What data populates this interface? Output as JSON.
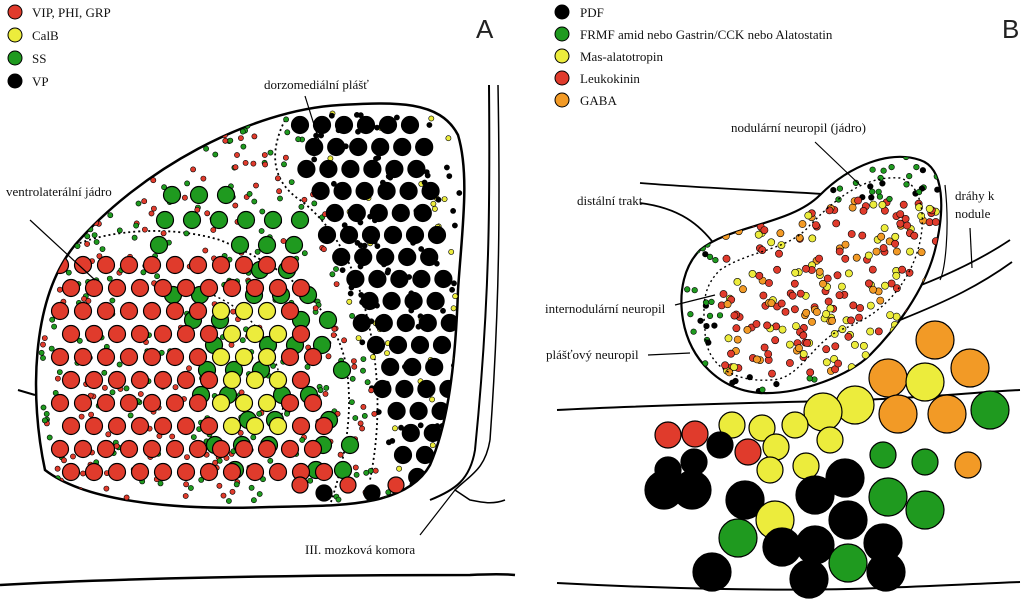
{
  "panel_a": {
    "letter": "A",
    "legend": [
      {
        "label": "VIP, PHI, GRP",
        "color": "#e03b2c"
      },
      {
        "label": "CalB",
        "color": "#ecec3c"
      },
      {
        "label": "SS",
        "color": "#1f9a1f"
      },
      {
        "label": "VP",
        "color": "#000000"
      }
    ],
    "labels": {
      "dorsomedial": "dorzomediální plášť",
      "ventrolateral": "ventrolaterální jádro",
      "ventricle": "III. mozková komora"
    }
  },
  "panel_b": {
    "letter": "B",
    "legend": [
      {
        "label": "PDF",
        "color": "#000000"
      },
      {
        "label": "FRMF amid nebo Gastrin/CCK nebo Alatostatin",
        "color": "#1f9a1f"
      },
      {
        "label": "Mas-alatotropin",
        "color": "#ecec3c"
      },
      {
        "label": "Leukokinin",
        "color": "#e03b2c"
      },
      {
        "label": "GABA",
        "color": "#f29a26"
      }
    ],
    "labels": {
      "nodular": "nodulární neuropil (jádro)",
      "distal": "distální trakt",
      "paths_1": "dráhy k",
      "paths_2": "nodule",
      "internodular": "internodulární neuropil",
      "mantle": "plášťový neuropil"
    }
  },
  "colors": {
    "red": "#e03b2c",
    "yellow": "#ecec3c",
    "green": "#1f9a1f",
    "black": "#000000",
    "orange": "#f29a26"
  }
}
